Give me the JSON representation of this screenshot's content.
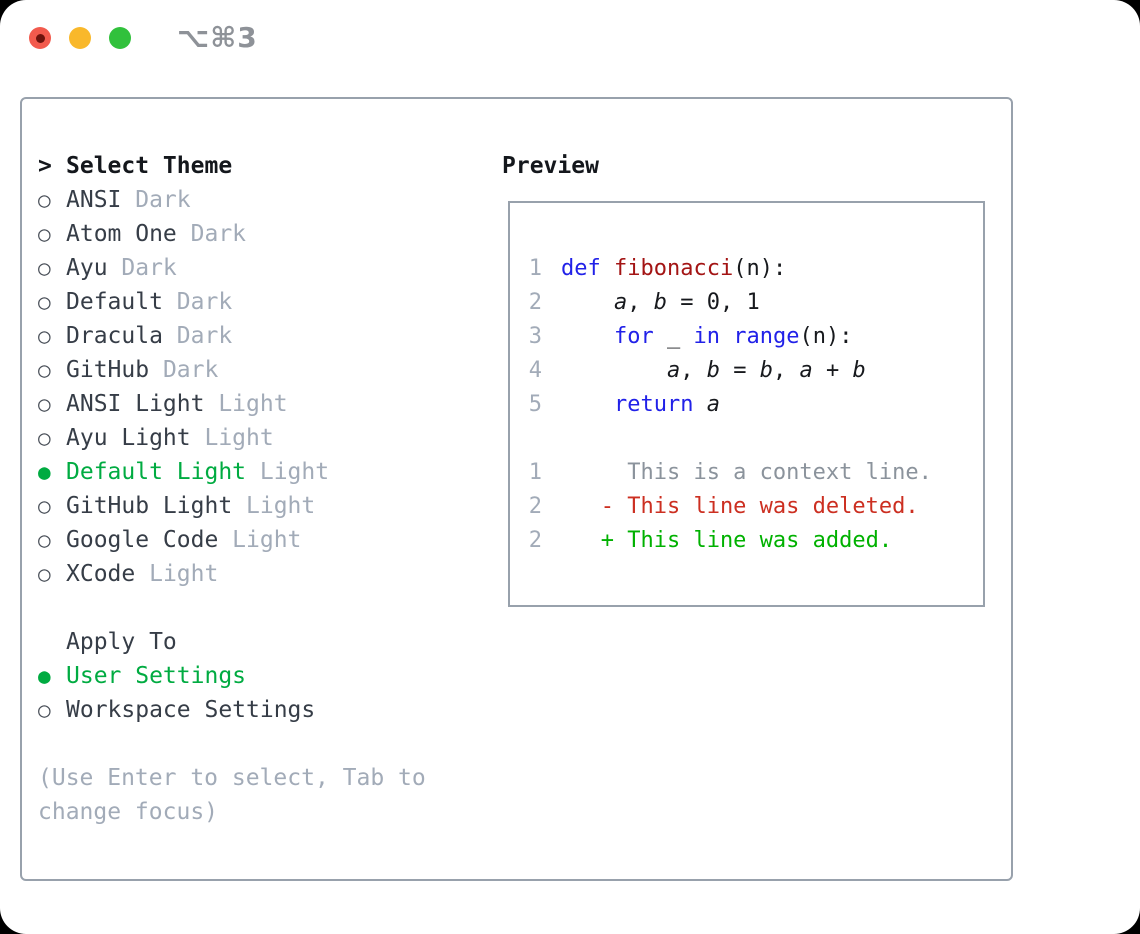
{
  "titlebar": {
    "shortcut": "⌥⌘3"
  },
  "theme_panel": {
    "header": {
      "prompt": ">",
      "label": "Select Theme"
    },
    "radio_unselected": "○",
    "radio_selected": "●",
    "themes": [
      {
        "name": "ANSI",
        "tag": "Dark",
        "selected": false
      },
      {
        "name": "Atom One",
        "tag": "Dark",
        "selected": false
      },
      {
        "name": "Ayu",
        "tag": "Dark",
        "selected": false
      },
      {
        "name": "Default",
        "tag": "Dark",
        "selected": false
      },
      {
        "name": "Dracula",
        "tag": "Dark",
        "selected": false
      },
      {
        "name": "GitHub",
        "tag": "Dark",
        "selected": false
      },
      {
        "name": "ANSI Light",
        "tag": "Light",
        "selected": false
      },
      {
        "name": "Ayu Light",
        "tag": "Light",
        "selected": false
      },
      {
        "name": "Default Light",
        "tag": "Light",
        "selected": true
      },
      {
        "name": "GitHub Light",
        "tag": "Light",
        "selected": false
      },
      {
        "name": "Google Code",
        "tag": "Light",
        "selected": false
      },
      {
        "name": "XCode",
        "tag": "Light",
        "selected": false
      }
    ],
    "apply_to": {
      "label": "Apply To",
      "options": [
        {
          "name": "User Settings",
          "selected": true
        },
        {
          "name": "Workspace Settings",
          "selected": false
        }
      ]
    },
    "hint_lines": [
      "(Use Enter to select, Tab to",
      "change focus)"
    ]
  },
  "preview": {
    "header": "Preview",
    "code_lines": [
      {
        "num": "1",
        "tokens": [
          {
            "text": "def",
            "style": "kw"
          },
          {
            "text": " ",
            "style": "plain"
          },
          {
            "text": "fibonacci",
            "style": "fn"
          },
          {
            "text": "(n):",
            "style": "plain"
          }
        ]
      },
      {
        "num": "2",
        "tokens": [
          {
            "text": "    ",
            "style": "plain"
          },
          {
            "text": "a",
            "style": "var"
          },
          {
            "text": ", ",
            "style": "plain"
          },
          {
            "text": "b",
            "style": "var"
          },
          {
            "text": " = 0, 1",
            "style": "plain"
          }
        ]
      },
      {
        "num": "3",
        "tokens": [
          {
            "text": "    ",
            "style": "plain"
          },
          {
            "text": "for",
            "style": "kw"
          },
          {
            "text": " _ ",
            "style": "plain"
          },
          {
            "text": "in",
            "style": "kw"
          },
          {
            "text": " ",
            "style": "plain"
          },
          {
            "text": "range",
            "style": "kw"
          },
          {
            "text": "(n):",
            "style": "plain"
          }
        ]
      },
      {
        "num": "4",
        "tokens": [
          {
            "text": "        ",
            "style": "plain"
          },
          {
            "text": "a",
            "style": "var"
          },
          {
            "text": ", ",
            "style": "plain"
          },
          {
            "text": "b",
            "style": "var"
          },
          {
            "text": " = ",
            "style": "plain"
          },
          {
            "text": "b",
            "style": "var"
          },
          {
            "text": ", ",
            "style": "plain"
          },
          {
            "text": "a",
            "style": "var"
          },
          {
            "text": " + ",
            "style": "plain"
          },
          {
            "text": "b",
            "style": "var"
          }
        ]
      },
      {
        "num": "5",
        "tokens": [
          {
            "text": "    ",
            "style": "plain"
          },
          {
            "text": "return",
            "style": "kw"
          },
          {
            "text": " ",
            "style": "plain"
          },
          {
            "text": "a",
            "style": "var"
          }
        ]
      }
    ],
    "diff_lines": [
      {
        "num": "1",
        "prefix": "     ",
        "text": "This is a context line.",
        "type": "context"
      },
      {
        "num": "2",
        "prefix": "   - ",
        "text": "This line was deleted.",
        "type": "deleted"
      },
      {
        "num": "2",
        "prefix": "   + ",
        "text": "This line was added.",
        "type": "added"
      }
    ]
  },
  "colors": {
    "text_black": "#14171c",
    "list_name": "#363d47",
    "muted_gray": "#a2abb8",
    "context_gray": "#8b939c",
    "radio_gray": "#4a5059",
    "border_gray": "#98a1ac",
    "titlebar_gray": "#8e9298",
    "select_green": "#00ab41",
    "added_green": "#00b100",
    "deleted_red": "#cc2f21",
    "keyword_blue": "#2121e8",
    "function_red": "#a31414",
    "code_text": "#17191d",
    "traffic_red": "#f25a4d",
    "traffic_red_dot": "#6d130d",
    "traffic_yellow": "#f9b82b",
    "traffic_green": "#31c13c"
  }
}
